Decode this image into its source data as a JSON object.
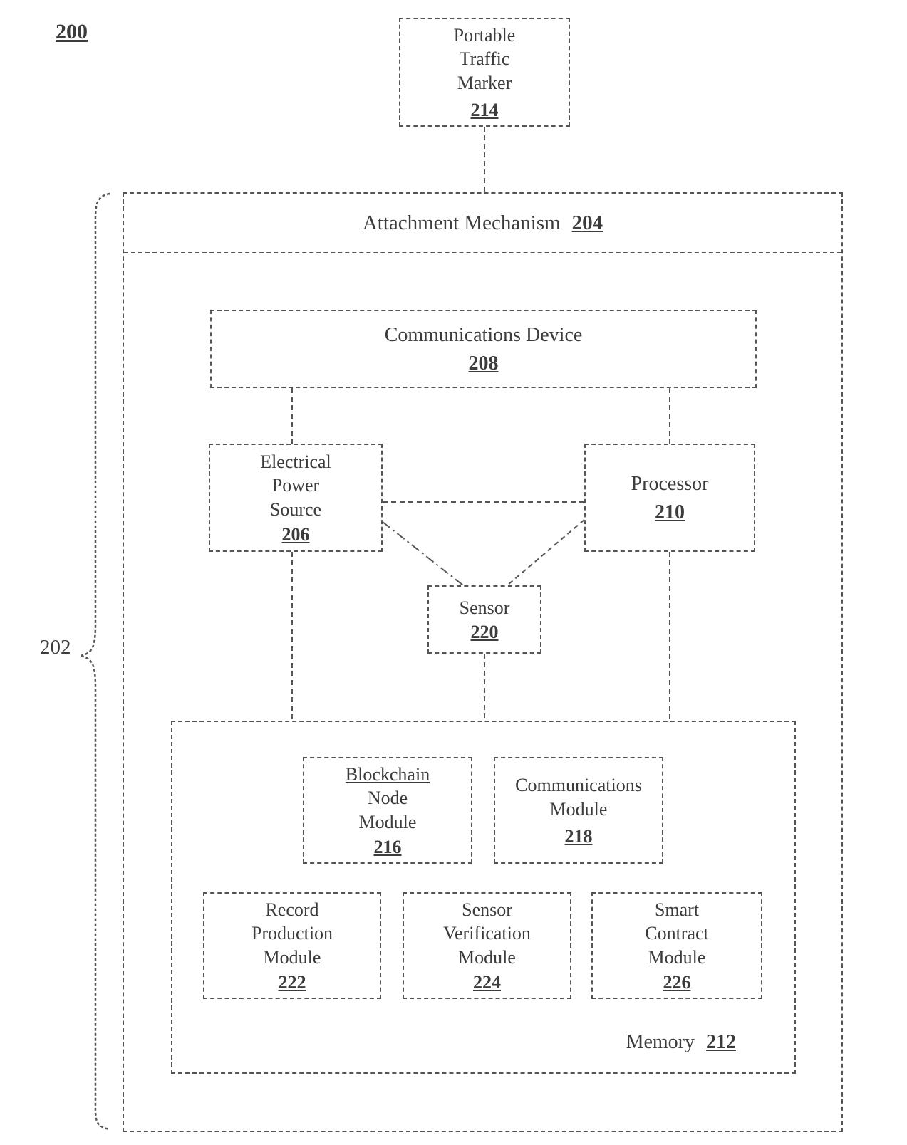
{
  "figure": {
    "figure_ref": "200",
    "assembly_ref": "202"
  },
  "nodes": {
    "portable_traffic_marker": {
      "lines": [
        "Portable",
        "Traffic",
        "Marker"
      ],
      "ref": "214"
    },
    "attachment_mechanism": {
      "label": "Attachment Mechanism",
      "ref": "204"
    },
    "communications_device": {
      "label": "Communications Device",
      "ref": "208"
    },
    "electrical_power_source": {
      "lines": [
        "Electrical",
        "Power",
        "Source"
      ],
      "ref": "206"
    },
    "processor": {
      "label": "Processor",
      "ref": "210"
    },
    "sensor": {
      "label": "Sensor",
      "ref": "220"
    },
    "memory": {
      "label": "Memory",
      "ref": "212"
    },
    "blockchain_node_module": {
      "lines": [
        "Blockchain",
        "Node",
        "Module"
      ],
      "ref": "216"
    },
    "communications_module": {
      "lines": [
        "Communications",
        "Module"
      ],
      "ref": "218"
    },
    "record_production_module": {
      "lines": [
        "Record",
        "Production",
        "Module"
      ],
      "ref": "222"
    },
    "sensor_verification_module": {
      "lines": [
        "Sensor",
        "Verification",
        "Module"
      ],
      "ref": "224"
    },
    "smart_contract_module": {
      "lines": [
        "Smart",
        "Contract",
        "Module"
      ],
      "ref": "226"
    }
  },
  "connections": [
    {
      "from": "portable_traffic_marker",
      "to": "attachment_mechanism"
    },
    {
      "from": "communications_device",
      "to": "electrical_power_source"
    },
    {
      "from": "communications_device",
      "to": "processor"
    },
    {
      "from": "electrical_power_source",
      "to": "processor"
    },
    {
      "from": "electrical_power_source",
      "to": "sensor"
    },
    {
      "from": "processor",
      "to": "sensor"
    },
    {
      "from": "electrical_power_source",
      "to": "memory"
    },
    {
      "from": "sensor",
      "to": "memory"
    },
    {
      "from": "processor",
      "to": "memory"
    }
  ]
}
